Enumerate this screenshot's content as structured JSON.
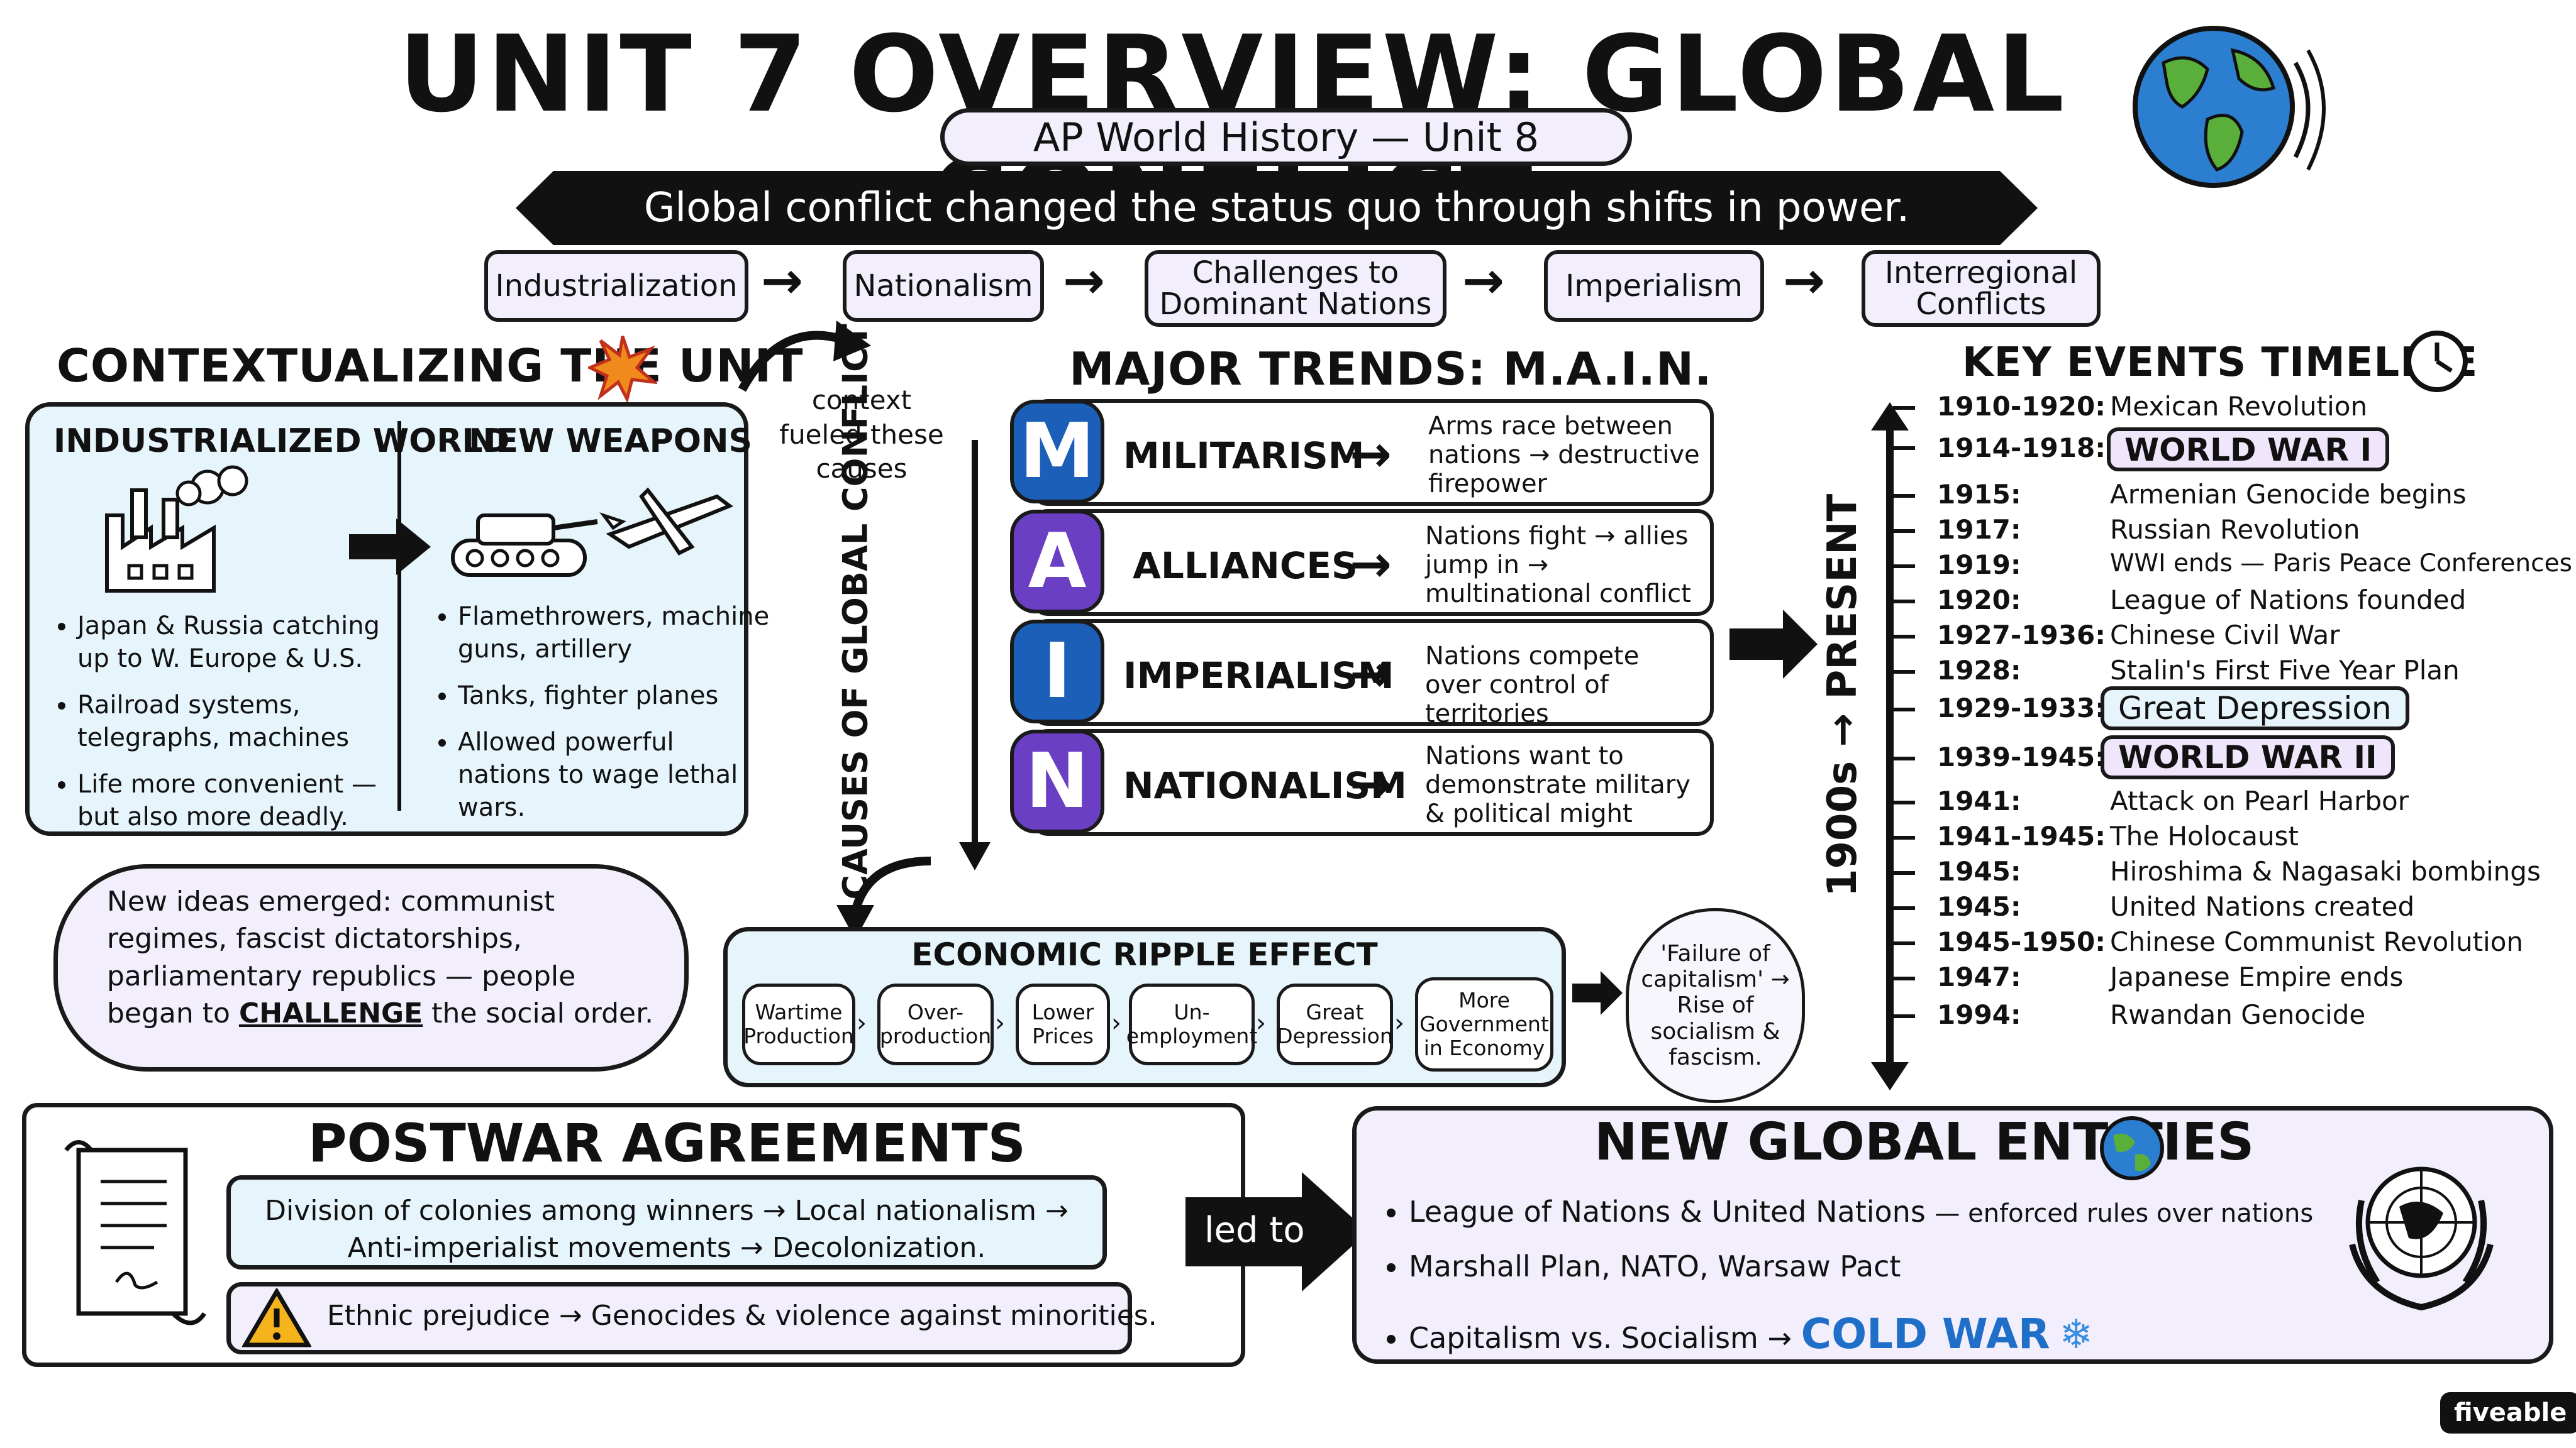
{
  "title": "UNIT 7 OVERVIEW: GLOBAL CONFLICT",
  "subtitle": "AP World History — Unit 8",
  "banner": "Global conflict changed the status quo through shifts in power.",
  "flow": [
    "Industrialization",
    "Nationalism",
    "Challenges to Dominant Nations",
    "Imperialism",
    "Interregional Conflicts"
  ],
  "context": {
    "heading": "CONTEXTUALIZING THE UNIT",
    "industrialized": {
      "title": "INDUSTRIALIZED WORLD",
      "bullets": [
        "Japan & Russia catching up to W. Europe & U.S.",
        "Railroad systems, telegraphs, machines",
        "Life more convenient — but also more deadly."
      ]
    },
    "weapons": {
      "title": "NEW WEAPONS",
      "bullets": [
        "Flamethrowers, machine guns, artillery",
        "Tanks, fighter planes",
        "Allowed powerful nations to wage lethal wars."
      ]
    },
    "fueled": "context fueled these causes",
    "ideas": {
      "text_before": "New ideas emerged: communist regimes, fascist dictatorships, parliamentary republics — people began to",
      "emphasis": "CHALLENGE",
      "text_after": "the social order."
    }
  },
  "main": {
    "heading": "MAJOR TRENDS: M.A.I.N.",
    "side_label": "CAUSES OF GLOBAL CONFLICT",
    "rows": [
      {
        "letter": "M",
        "name": "MILITARISM",
        "desc": "Arms race between nations → destructive firepower",
        "color": "#1c5fb8"
      },
      {
        "letter": "A",
        "name": "ALLIANCES",
        "desc": "Nations fight → allies jump in → multinational conflict",
        "color": "#6a3fc4"
      },
      {
        "letter": "I",
        "name": "IMPERIALISM",
        "desc": "Nations compete over control of territories",
        "color": "#1c5fb8"
      },
      {
        "letter": "N",
        "name": "NATIONALISM",
        "desc": "Nations want to demonstrate military & political might",
        "color": "#6a3fc4"
      }
    ]
  },
  "ripple": {
    "heading": "ECONOMIC RIPPLE EFFECT",
    "steps": [
      "Wartime Production",
      "Over-production",
      "Lower Prices",
      "Un-employment",
      "Great Depression",
      "More Government in Economy"
    ],
    "result": "'Failure of capitalism' → Rise of socialism & fascism."
  },
  "timeline": {
    "heading": "KEY EVENTS TIMELINE",
    "axis_label": "1900s → PRESENT",
    "events": [
      {
        "date": "1910-1920:",
        "event": "Mexican Revolution",
        "highlight": false
      },
      {
        "date": "1914-1918:",
        "event": "WORLD WAR I",
        "highlight": true
      },
      {
        "date": "1915:",
        "event": "Armenian Genocide begins",
        "highlight": false
      },
      {
        "date": "1917:",
        "event": "Russian Revolution",
        "highlight": false
      },
      {
        "date": "1919:",
        "event": "WWI ends — Paris Peace Conferences",
        "highlight": false
      },
      {
        "date": "1920:",
        "event": "League of Nations founded",
        "highlight": false
      },
      {
        "date": "1927-1936:",
        "event": "Chinese Civil War",
        "highlight": false
      },
      {
        "date": "1928:",
        "event": "Stalin's First Five Year Plan",
        "highlight": false
      },
      {
        "date": "1929-1933:",
        "event": "Great Depression",
        "highlight": true
      },
      {
        "date": "1939-1945:",
        "event": "WORLD WAR II",
        "highlight": true
      },
      {
        "date": "1941:",
        "event": "Attack on Pearl Harbor",
        "highlight": false
      },
      {
        "date": "1941-1945:",
        "event": "The Holocaust",
        "highlight": false
      },
      {
        "date": "1945:",
        "event": "Hiroshima & Nagasaki bombings",
        "highlight": false
      },
      {
        "date": "1945:",
        "event": "United Nations created",
        "highlight": false
      },
      {
        "date": "1945-1950:",
        "event": "Chinese Communist Revolution",
        "highlight": false
      },
      {
        "date": "1947:",
        "event": "Japanese Empire ends",
        "highlight": false
      },
      {
        "date": "1994:",
        "event": "Rwandan Genocide",
        "highlight": false
      }
    ]
  },
  "postwar": {
    "heading": "POSTWAR AGREEMENTS",
    "line1": "Division of colonies among winners → Local nationalism → Anti-imperialist movements → Decolonization.",
    "line2": "Ethnic prejudice → Genocides & violence against minorities."
  },
  "led_to": "led to",
  "entities": {
    "heading": "NEW GLOBAL ENTITIES",
    "items": [
      {
        "text": "League of Nations & United Nations",
        "note": "— enforced rules over nations"
      },
      {
        "text": "Marshall Plan, NATO, Warsaw Pact",
        "note": ""
      },
      {
        "text": "Capitalism vs. Socialism →",
        "note": "COLD WAR"
      }
    ]
  },
  "brand": "fiveable",
  "colors": {
    "blue": "#1c5fb8",
    "purple": "#6a3fc4",
    "light_blue": "#e6f4fb",
    "light_purple": "#f3eefc",
    "cold_war": "#1f6fc9"
  }
}
